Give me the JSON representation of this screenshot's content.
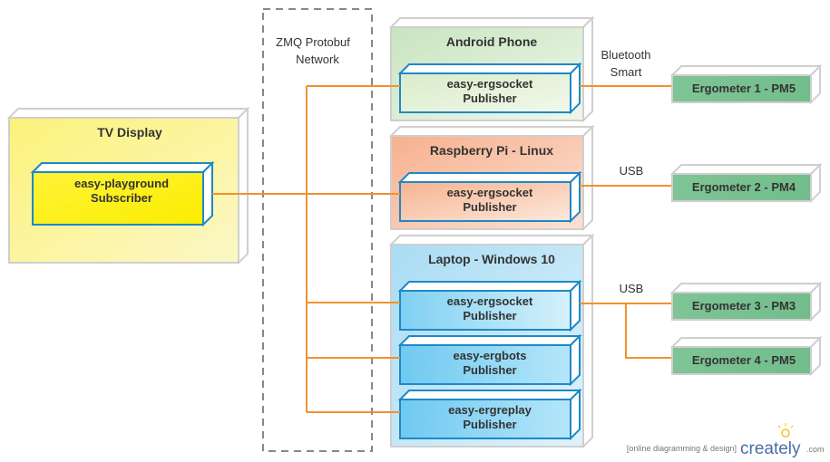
{
  "network": {
    "line1": "ZMQ Protobuf",
    "line2": "Network"
  },
  "nodes": {
    "tv": {
      "title": "TV Display",
      "component": [
        "easy-playground",
        "Subscriber"
      ]
    },
    "android": {
      "title": "Android Phone",
      "component": [
        "easy-ergsocket",
        "Publisher"
      ]
    },
    "raspberry": {
      "title": "Raspberry Pi - Linux",
      "component": [
        "easy-ergsocket",
        "Publisher"
      ]
    },
    "laptop": {
      "title": "Laptop - Windows 10",
      "components": [
        [
          "easy-ergsocket",
          "Publisher"
        ],
        [
          "easy-ergbots",
          "Publisher"
        ],
        [
          "easy-ergreplay",
          "Publisher"
        ]
      ]
    }
  },
  "links": {
    "bluetooth": [
      "Bluetooth",
      "Smart"
    ],
    "usb1": "USB",
    "usb2": "USB"
  },
  "ergometers": {
    "erg1": "Ergometer 1 - PM5",
    "erg2": "Ergometer 2 - PM4",
    "erg3": "Ergometer 3 - PM3",
    "erg4": "Ergometer 4 - PM5"
  },
  "watermark": {
    "tagline": "[online diagramming & design]",
    "brand": "creately",
    "suffix": ".com"
  },
  "colors": {
    "tv": "#fcf27a",
    "android": "#c9e4bf",
    "raspberry": "#f7b79a",
    "laptop": "#a9dcf4",
    "component_border": "#1e88c8",
    "ergometer": "#77c08f",
    "wire": "#f0922e"
  }
}
